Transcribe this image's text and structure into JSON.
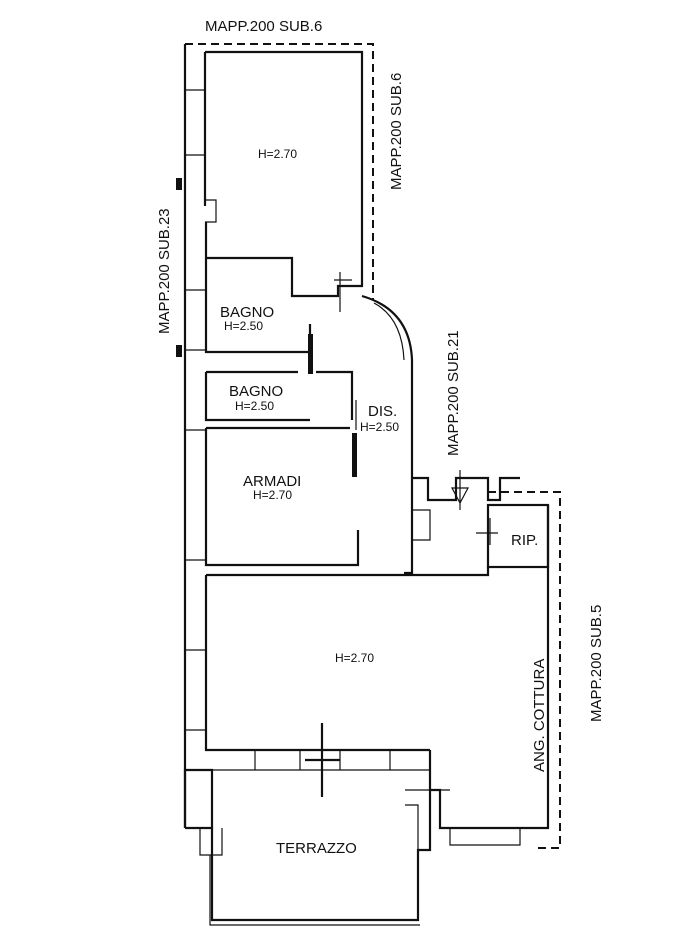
{
  "labels": {
    "mapp_top": "MAPP.200 SUB.6",
    "mapp_right_top": "MAPP.200 SUB.6",
    "mapp_left": "MAPP.200 SUB.23",
    "mapp_mid_right": "MAPP.200 SUB.21",
    "mapp_right_bottom": "MAPP.200 SUB.5"
  },
  "rooms": {
    "top_room_height": "H=2.70",
    "bagno1_name": "BAGNO",
    "bagno1_height": "H=2.50",
    "bagno2_name": "BAGNO",
    "bagno2_height": "H=2.50",
    "dis_name": "DIS.",
    "dis_height": "H=2.50",
    "armadi_name": "ARMADI",
    "armadi_height": "H=2.70",
    "rip_name": "RIP.",
    "living_height": "H=2.70",
    "cottura_name": "ANG. COTTURA",
    "terrazzo_name": "TERRAZZO"
  }
}
